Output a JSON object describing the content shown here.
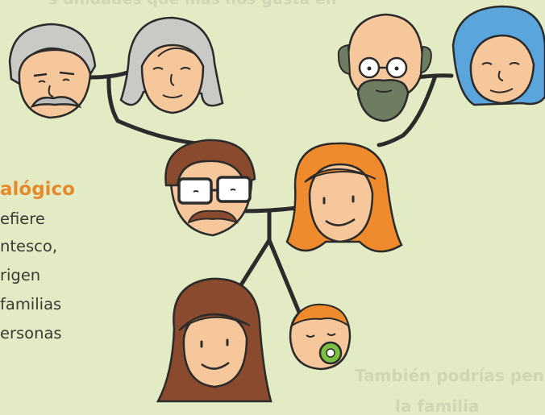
{
  "heading": "alógico",
  "body_lines": [
    "efiere",
    "ntesco,",
    "rigen",
    "familias",
    "ersonas"
  ],
  "faded_text": {
    "top": "s unidades que más nos gusta en",
    "bottom": "También podrías pensar un concepto de",
    "bottom2": "la familia"
  },
  "illustration": {
    "subject": "family tree cartoon",
    "people": [
      "grandfather-paternal",
      "grandmother-paternal",
      "grandfather-maternal",
      "grandmother-maternal",
      "father",
      "mother",
      "daughter",
      "baby"
    ]
  },
  "colors": {
    "background": "#e3ebc5",
    "heading": "#e58a2a",
    "body_text": "#3a3a35",
    "line": "#2b2b2b",
    "skin": "#f6c79b",
    "grey_hair": "#c9c9c6",
    "brown_hair": "#8a4a2e",
    "orange_hair": "#ef8a2d",
    "blue_veil": "#5aa5dc",
    "pacifier": "#7bc043"
  }
}
